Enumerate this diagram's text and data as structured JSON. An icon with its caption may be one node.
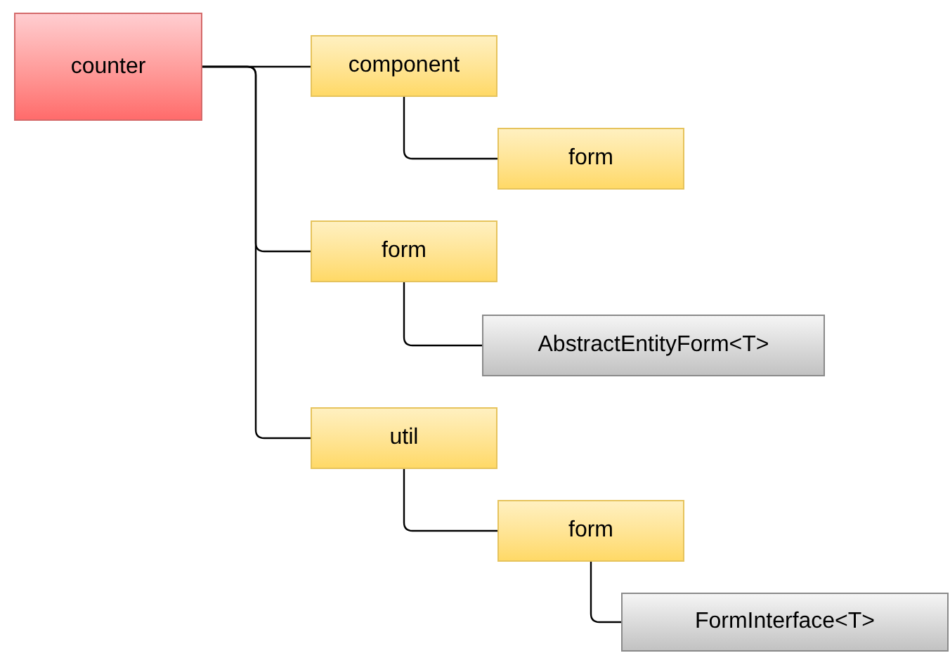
{
  "diagram": {
    "nodes": [
      {
        "text": [
          "counter"
        ]
      },
      {
        "text": [
          "component"
        ]
      },
      {
        "text": [
          "form"
        ]
      },
      {
        "text": [
          "form"
        ]
      },
      {
        "text": [
          "AbstractEntityForm<T>"
        ]
      },
      {
        "text": [
          "util"
        ]
      },
      {
        "text": [
          "form"
        ]
      },
      {
        "text": [
          "FormInterface<T>"
        ]
      }
    ],
    "edges": [
      {
        "from": 0,
        "to": 1,
        "arrow": "none"
      },
      {
        "from": 0,
        "to": 3,
        "arrow": "none"
      },
      {
        "from": 0,
        "to": 5,
        "arrow": "none"
      },
      {
        "from": 1,
        "to": 2,
        "arrow": "none"
      },
      {
        "from": 3,
        "to": 4,
        "arrow": "none"
      },
      {
        "from": 5,
        "to": 6,
        "arrow": "none"
      },
      {
        "from": 6,
        "to": 7,
        "arrow": "none"
      }
    ]
  }
}
